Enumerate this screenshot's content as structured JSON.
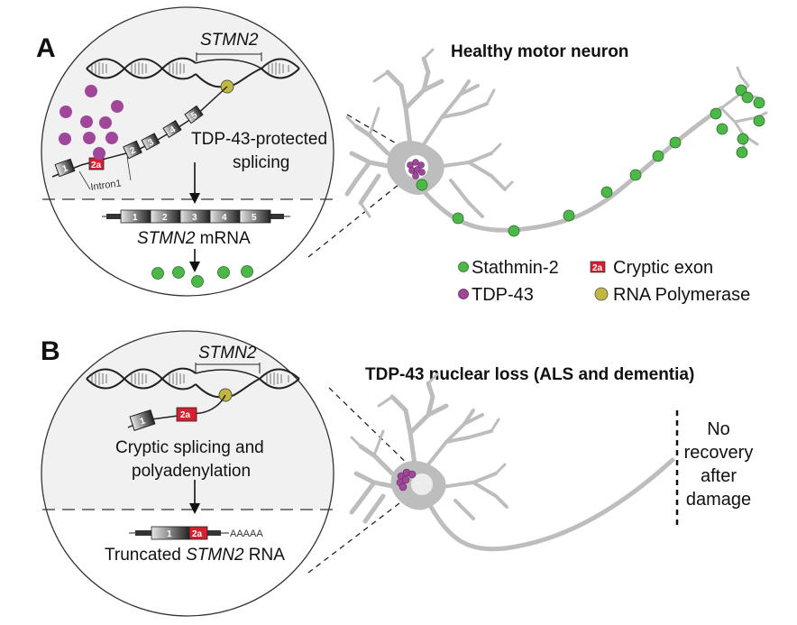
{
  "panel_a": {
    "letter": "A",
    "title": "Healthy motor neuron",
    "gene_label": "STMN2",
    "process_line1": "TDP-43-protected",
    "process_line2": "splicing",
    "intron_label": "Intron1",
    "pre_mrna_exons": [
      "1",
      "2",
      "3",
      "4",
      "5"
    ],
    "cryptic_exon": "2a",
    "mrna_exons": [
      "1",
      "2",
      "3",
      "4",
      "5"
    ],
    "mrna_label_gene": "STMN2",
    "mrna_label_suffix": " mRNA"
  },
  "panel_b": {
    "letter": "B",
    "title": "TDP-43 nuclear loss (ALS and dementia)",
    "gene_label": "STMN2",
    "process_line1": "Cryptic splicing and",
    "process_line2": "polyadenylation",
    "exon1": "1",
    "cryptic_exon": "2a",
    "poly_a": "AAAAA",
    "rna_label_prefix": "Truncated ",
    "rna_label_gene": "STMN2",
    "rna_label_suffix": " RNA",
    "damage_line1": "No",
    "damage_line2": "recovery",
    "damage_line3": "after",
    "damage_line4": "damage"
  },
  "legend": {
    "stathmin": "Stathmin-2",
    "tdp43": "TDP-43",
    "cryptic": "Cryptic exon",
    "cryptic_badge": "2a",
    "polymerase": "RNA Polymerase"
  },
  "colors": {
    "stathmin_green": "#4cb848",
    "tdp43_purple": "#a0479b",
    "cryptic_red": "#d6202f",
    "polymerase_olive": "#c2b83e",
    "neuron_gray": "#bdbdbd",
    "nucleus_fill": "#f1f1f1"
  }
}
